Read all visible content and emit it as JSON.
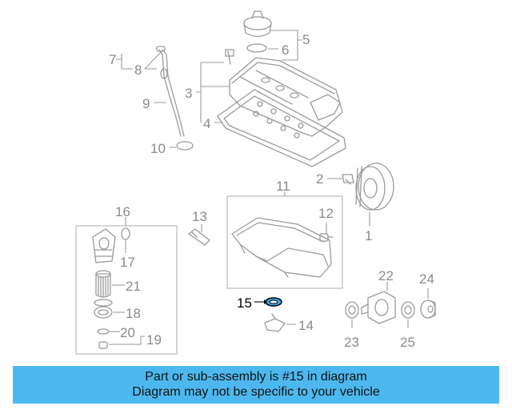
{
  "colors": {
    "banner_bg": "#4db8ef",
    "part_stroke": "#9a9a9a",
    "highlight_part_fill": "#3aa7e6",
    "highlight_text": "#000000",
    "muted_text": "#8a8a8a"
  },
  "callouts": {
    "c1": "1",
    "c2": "2",
    "c3": "3",
    "c4": "4",
    "c5": "5",
    "c6": "6",
    "c7": "7",
    "c8": "8",
    "c9": "9",
    "c10": "10",
    "c11": "11",
    "c12": "12",
    "c13": "13",
    "c14": "14",
    "c15": "15",
    "c16": "16",
    "c17": "17",
    "c18": "18",
    "c19": "19",
    "c20": "20",
    "c21": "21",
    "c22": "22",
    "c23": "23",
    "c24": "24",
    "c25": "25"
  },
  "highlighted_part": "15",
  "banner": {
    "line1": "Part or sub-assembly is #15 in diagram",
    "line2": "Diagram may not be specific to your vehicle"
  }
}
